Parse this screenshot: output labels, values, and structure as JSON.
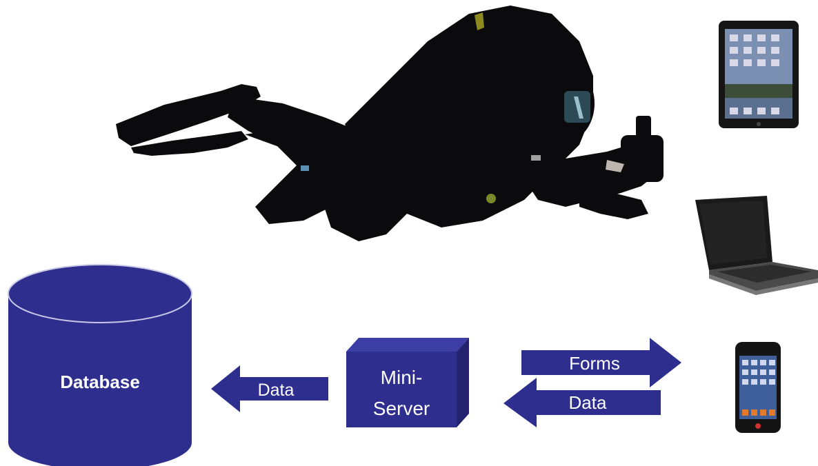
{
  "colors": {
    "blue": "#2e2e8f",
    "blue_dark": "#22226e",
    "blue_light": "#3d3da6",
    "text_white": "#ffffff",
    "diver": "#0b0b0d"
  },
  "database": {
    "label": "Database"
  },
  "server": {
    "label_line1": "Mini-",
    "label_line2": "Server"
  },
  "arrows": {
    "data_to_database": "Data",
    "forms_to_device": "Forms",
    "data_from_device": "Data"
  },
  "icons": [
    "diver-image",
    "tablet-icon",
    "laptop-icon",
    "smartphone-icon"
  ]
}
